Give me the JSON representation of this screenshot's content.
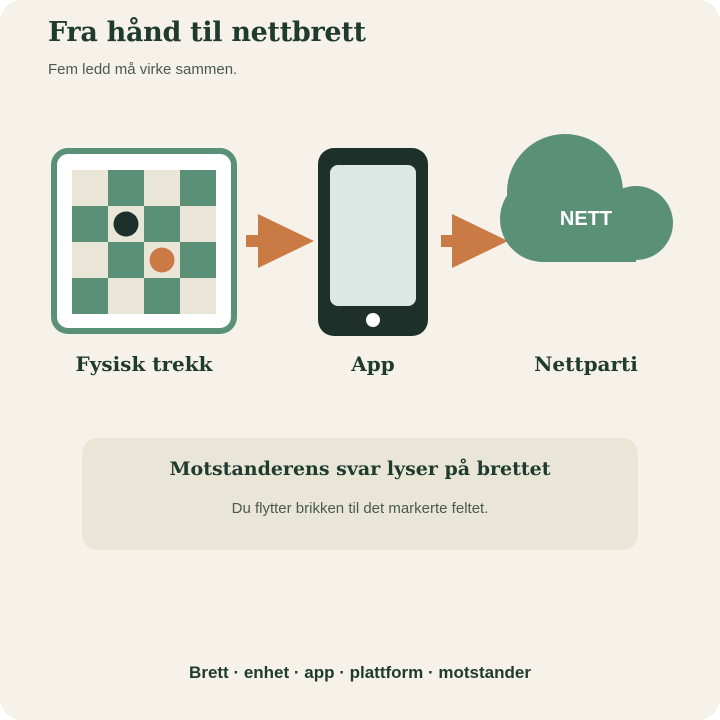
{
  "header": {
    "title": "Fra hånd til nettbrett",
    "subtitle": "Fem ledd må virke sammen."
  },
  "steps": [
    {
      "label": "Fysisk trekk",
      "icon": "chessboard-icon"
    },
    {
      "label": "App",
      "icon": "phone-icon"
    },
    {
      "label": "Nettparti",
      "icon": "cloud-icon",
      "icon_text": "NETT"
    }
  ],
  "callout": {
    "title": "Motstanderens svar lyser på brettet",
    "text": "Du flytter brikken til det markerte feltet."
  },
  "footer": "Brett · enhet · app · plattform · motstander",
  "colors": {
    "background": "#f6f2ea",
    "green": "#5a8f78",
    "dark": "#1d3029",
    "light_square": "#e9e5d7",
    "accent_orange": "#c97a45",
    "screen": "#dce8e3"
  }
}
